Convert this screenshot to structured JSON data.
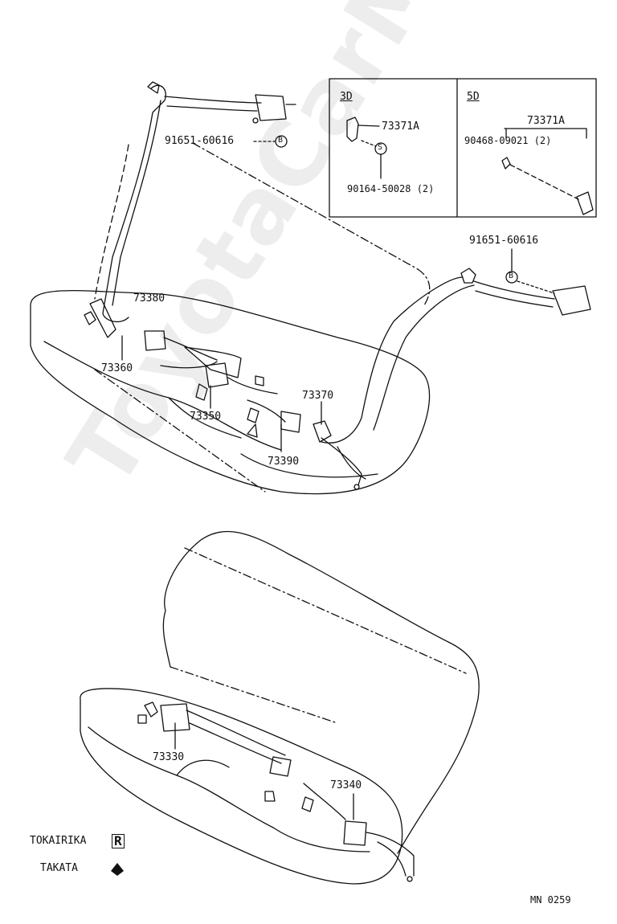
{
  "watermark": "ToyotaCarMine.ru",
  "inset": {
    "section_3d": {
      "title": "3D",
      "part": "73371A",
      "bolt": "90164-50028 (2)",
      "marker": "S"
    },
    "section_5d": {
      "title": "5D",
      "part": "73371A",
      "bolt": "90468-09021 (2)"
    }
  },
  "callouts": {
    "bolt_top_left": "91651-60616",
    "bolt_top_left_marker": "B",
    "bolt_right": "91651-60616",
    "bolt_right_marker": "B",
    "p73380": "73380",
    "p73360": "73360",
    "p73350": "73350",
    "p73370": "73370",
    "p73390": "73390",
    "p73330": "73330",
    "p73340": "73340"
  },
  "legend": {
    "tokai": "TOKAIRIKA",
    "tokai_symbol": "R",
    "takata": "TAKATA"
  },
  "footer_code": "MN 0259"
}
